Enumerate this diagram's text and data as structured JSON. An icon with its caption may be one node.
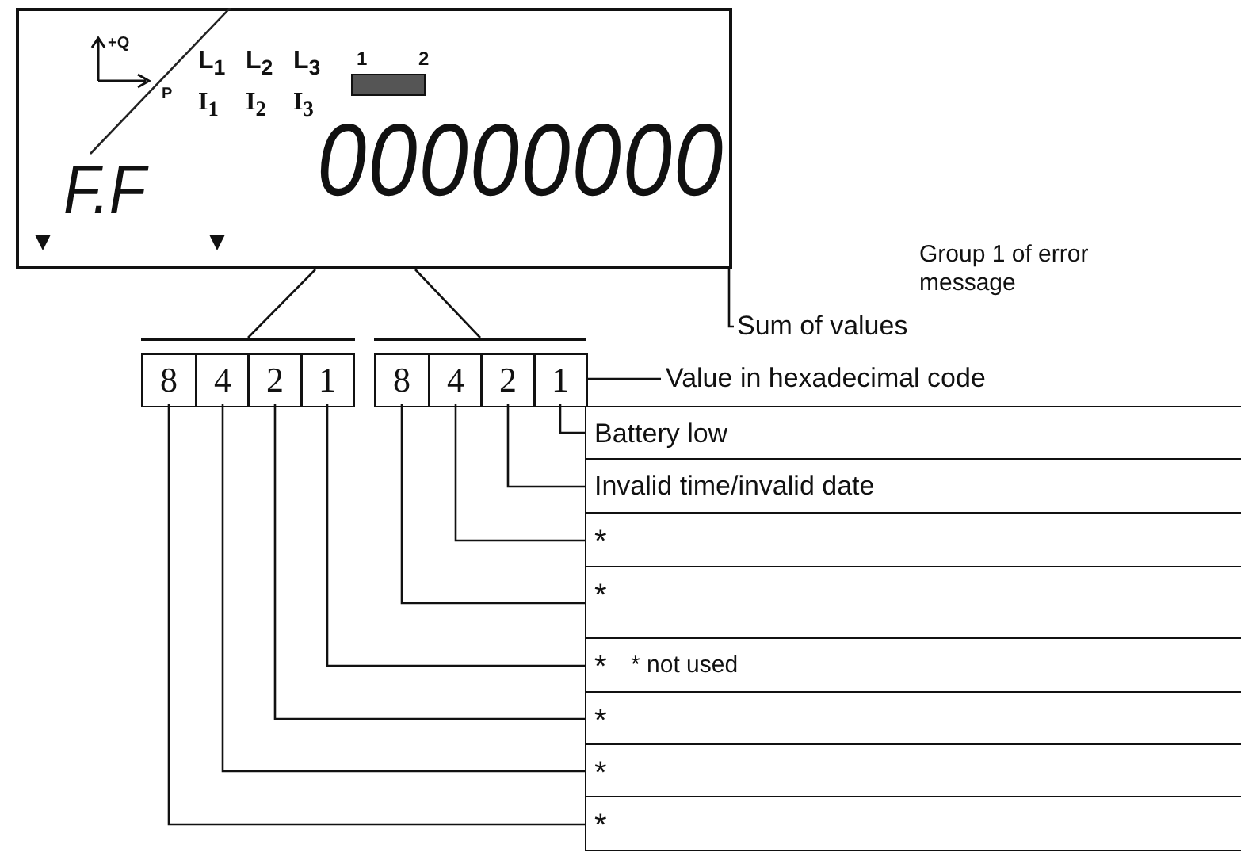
{
  "diagram": {
    "nodes": [
      {
        "text": [
          "+Q",
          "P",
          "L$_{1}$",
          "L$_{2}$",
          "L$_{3}$",
          "I$_{1}$",
          "I$_{2}$",
          "I$_{3}$",
          "1",
          "2",
          "F.F",
          "00000000"
        ]
      },
      {
        "text": [],
        "shape": "bar"
      },
      {
        "text": [],
        "shape": "bar"
      },
      {
        "text": [
          "8"
        ],
        "in": 1
      },
      {
        "text": [
          "4"
        ],
        "in": 1
      },
      {
        "text": [
          "2"
        ],
        "in": 1
      },
      {
        "text": [
          "1"
        ],
        "in": 1
      },
      {
        "text": [
          "8"
        ],
        "in": 2
      },
      {
        "text": [
          "4"
        ],
        "in": 2
      },
      {
        "text": [
          "2"
        ],
        "in": 2
      },
      {
        "text": [
          "1"
        ],
        "in": 2
      },
      {
        "text": [
          "Sum of values"
        ]
      },
      {
        "text": [
          "Value in hexadecimal code"
        ]
      },
      {
        "text": [
          "Battery low"
        ]
      },
      {
        "text": [
          "Invalid time/invalid date"
        ]
      },
      {
        "text": [
          "*"
        ]
      },
      {
        "text": [
          "*"
        ]
      },
      {
        "text": [
          "*",
          "* not used"
        ]
      },
      {
        "text": [
          "*"
        ]
      },
      {
        "text": [
          "*"
        ]
      },
      {
        "text": [
          "*"
        ]
      }
    ],
    "edges": [
      {
        "from": 0,
        "to": 1,
        "arrow": "none"
      },
      {
        "from": 0,
        "to": 2,
        "arrow": "none"
      },
      {
        "from": 11,
        "to": 0,
        "arrow": "none"
      },
      {
        "from": 12,
        "to": 10,
        "arrow": "none"
      },
      {
        "from": 10,
        "to": 13,
        "arrow": "none"
      },
      {
        "from": 9,
        "to": 14,
        "arrow": "none"
      },
      {
        "from": 8,
        "to": 15,
        "arrow": "none"
      },
      {
        "from": 7,
        "to": 16,
        "arrow": "none"
      },
      {
        "from": 6,
        "to": 17,
        "arrow": "none"
      },
      {
        "from": 5,
        "to": 18,
        "arrow": "none"
      },
      {
        "from": 4,
        "to": 19,
        "arrow": "none"
      },
      {
        "from": 3,
        "to": 20,
        "arrow": "none"
      }
    ],
    "labels": [
      "Group 1 of error message"
    ]
  }
}
